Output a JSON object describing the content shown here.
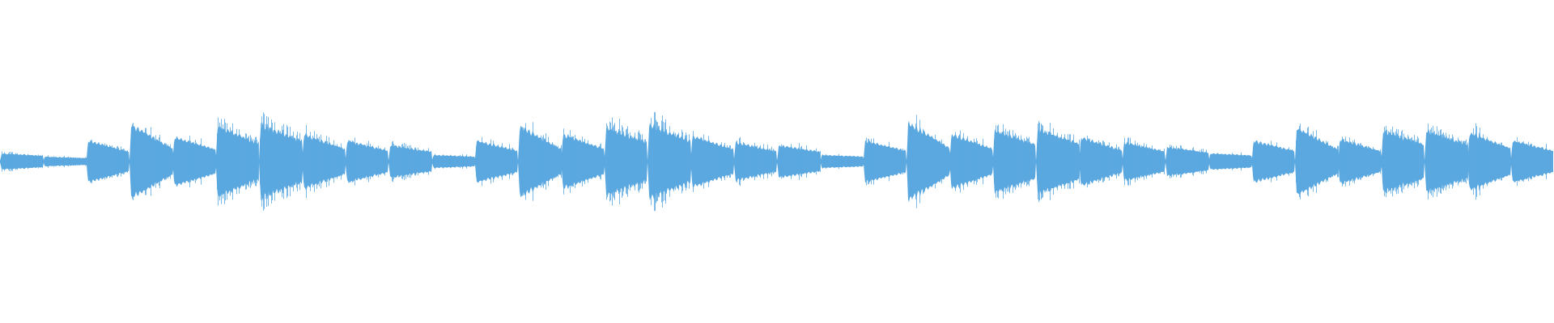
{
  "waveform": {
    "color": "#5ba8e0",
    "background": "#ffffff",
    "phrases": [
      {
        "notes": [
          {
            "peak": 0.05,
            "decay": 0.3,
            "tremolo": 0.35
          },
          {
            "peak": 0.03,
            "decay": 0.3,
            "tremolo": 0.2
          },
          {
            "peak": 0.13,
            "decay": 0.55,
            "tremolo": 0.15
          },
          {
            "peak": 0.23,
            "decay": 0.65,
            "tremolo": 0.2
          },
          {
            "peak": 0.15,
            "decay": 0.5,
            "tremolo": 0.2
          },
          {
            "peak": 0.22,
            "decay": 0.5,
            "tremolo": 0.55
          },
          {
            "peak": 0.23,
            "decay": 0.45,
            "tremolo": 0.6
          },
          {
            "peak": 0.17,
            "decay": 0.55,
            "tremolo": 0.2
          },
          {
            "peak": 0.13,
            "decay": 0.5,
            "tremolo": 0.2
          },
          {
            "peak": 0.1,
            "decay": 0.4,
            "tremolo": 0.35
          },
          {
            "peak": 0.04,
            "decay": 0.25,
            "tremolo": 0.15
          },
          {
            "peak": 0.13,
            "decay": 0.5,
            "tremolo": 0.15
          }
        ]
      },
      {
        "notes": [
          {
            "peak": 0.22,
            "decay": 0.65,
            "tremolo": 0.2
          },
          {
            "peak": 0.17,
            "decay": 0.55,
            "tremolo": 0.25
          },
          {
            "peak": 0.21,
            "decay": 0.45,
            "tremolo": 0.6
          },
          {
            "peak": 0.23,
            "decay": 0.45,
            "tremolo": 0.6
          },
          {
            "peak": 0.16,
            "decay": 0.55,
            "tremolo": 0.2
          },
          {
            "peak": 0.12,
            "decay": 0.5,
            "tremolo": 0.2
          },
          {
            "peak": 0.1,
            "decay": 0.4,
            "tremolo": 0.3
          },
          {
            "peak": 0.04,
            "decay": 0.25,
            "tremolo": 0.15
          },
          {
            "peak": 0.13,
            "decay": 0.5,
            "tremolo": 0.15
          }
        ]
      },
      {
        "notes": [
          {
            "peak": 0.24,
            "decay": 0.65,
            "tremolo": 0.2
          },
          {
            "peak": 0.17,
            "decay": 0.55,
            "tremolo": 0.25
          },
          {
            "peak": 0.19,
            "decay": 0.45,
            "tremolo": 0.6
          },
          {
            "peak": 0.2,
            "decay": 0.45,
            "tremolo": 0.6
          },
          {
            "peak": 0.15,
            "decay": 0.55,
            "tremolo": 0.2
          },
          {
            "peak": 0.12,
            "decay": 0.5,
            "tremolo": 0.2
          },
          {
            "peak": 0.09,
            "decay": 0.4,
            "tremolo": 0.3
          },
          {
            "peak": 0.05,
            "decay": 0.25,
            "tremolo": 0.15
          },
          {
            "peak": 0.13,
            "decay": 0.5,
            "tremolo": 0.15
          }
        ]
      },
      {
        "notes": [
          {
            "peak": 0.21,
            "decay": 0.65,
            "tremolo": 0.2
          },
          {
            "peak": 0.14,
            "decay": 0.55,
            "tremolo": 0.25
          },
          {
            "peak": 0.19,
            "decay": 0.45,
            "tremolo": 0.6
          },
          {
            "peak": 0.19,
            "decay": 0.45,
            "tremolo": 0.6
          },
          {
            "peak": 0.18,
            "decay": 0.55,
            "tremolo": 0.2
          },
          {
            "peak": 0.13,
            "decay": 0.5,
            "tremolo": 0.2
          }
        ]
      }
    ]
  }
}
